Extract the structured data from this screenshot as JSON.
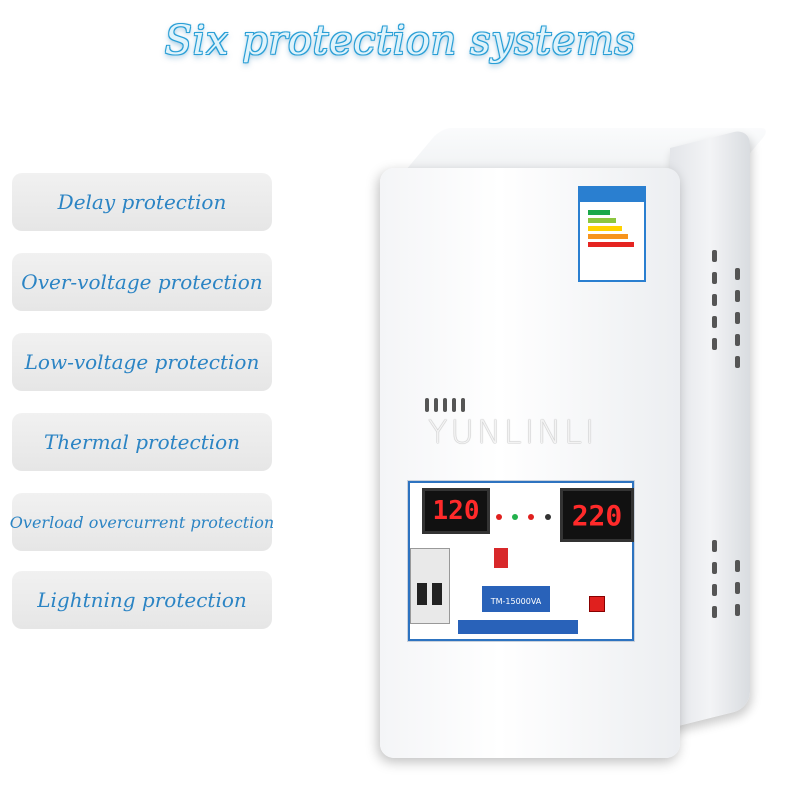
{
  "title": "Six protection systems",
  "protections": [
    "Delay protection",
    "Over-voltage protection",
    "Low-voltage protection",
    "Thermal protection",
    "Overload overcurrent protection",
    "Lightning protection"
  ],
  "device": {
    "input_display": "120",
    "output_display": "220",
    "model": "TM-15000VA",
    "watermark": "YUNLINLI"
  },
  "colors": {
    "accent_blue": "#2b84c4",
    "display_red": "#ff2a2a",
    "panel_blue": "#2d73c0"
  }
}
